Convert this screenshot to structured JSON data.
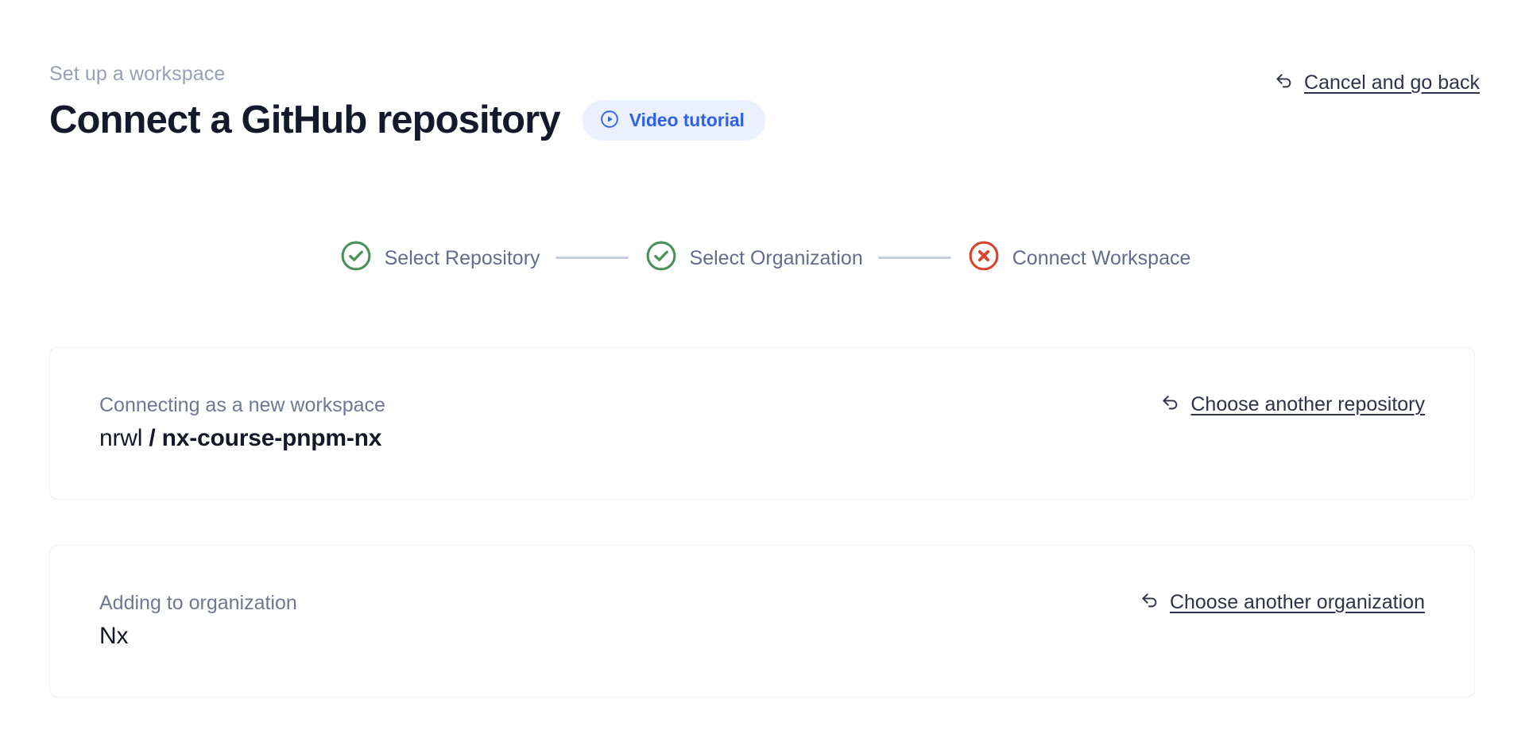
{
  "header": {
    "eyebrow": "Set up a workspace",
    "title": "Connect a GitHub repository",
    "video_badge": {
      "label": "Video tutorial",
      "icon": "play-circle-icon"
    },
    "cancel": {
      "label": "Cancel and go back",
      "icon": "arrow-uturn-left-icon"
    }
  },
  "stepper": {
    "steps": [
      {
        "label": "Select Repository",
        "state": "complete",
        "icon": "check-circle-icon"
      },
      {
        "label": "Select Organization",
        "state": "complete",
        "icon": "check-circle-icon"
      },
      {
        "label": "Connect Workspace",
        "state": "error",
        "icon": "x-circle-icon"
      }
    ]
  },
  "cards": [
    {
      "caption": "Connecting as a new workspace",
      "owner": "nrwl",
      "separator": "/",
      "repo": "nx-course-pnpm-nx",
      "action": {
        "label": "Choose another repository",
        "icon": "arrow-uturn-left-icon"
      }
    },
    {
      "caption": "Adding to organization",
      "value": "Nx",
      "action": {
        "label": "Choose another organization",
        "icon": "arrow-uturn-left-icon"
      }
    }
  ],
  "colors": {
    "accent_blue": "#2f62e8",
    "badge_bg": "#eaf0fe",
    "success_green": "#4a9159",
    "error_red": "#d9422b",
    "connector": "#c6cbdd",
    "text_dark": "#15192c",
    "text_muted": "#6f7793",
    "eyebrow": "#98a0b7",
    "card_border": "#eceef4"
  }
}
